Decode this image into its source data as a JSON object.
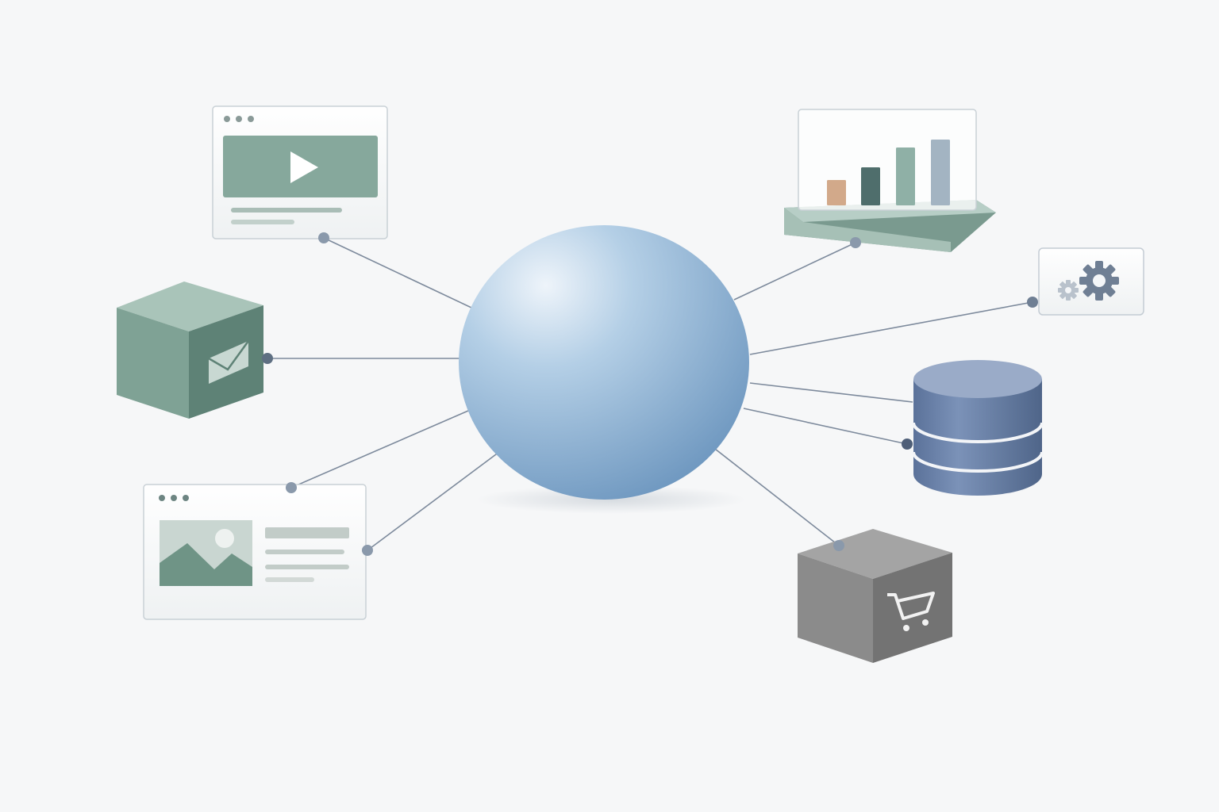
{
  "diagram": {
    "type": "hub-and-spoke",
    "hub": {
      "shape": "sphere",
      "color": "#8fb2d4"
    },
    "nodes": [
      {
        "id": "video-window",
        "icon": "play-icon"
      },
      {
        "id": "mail-cube",
        "icon": "envelope-icon"
      },
      {
        "id": "image-window",
        "icon": "image-icon"
      },
      {
        "id": "bar-chart-panel",
        "icon": "bar-chart-icon"
      },
      {
        "id": "settings-card",
        "icon": "gear-icon"
      },
      {
        "id": "database",
        "icon": "database-icon"
      },
      {
        "id": "cart-cube",
        "icon": "shopping-cart-icon"
      }
    ],
    "colors": {
      "background": "#f6f7f8",
      "connector": "#7d8a9c",
      "connector_dot": "#8a99ab",
      "green": "#86a89c",
      "dark_green": "#5e8276",
      "database": "#6a82a8",
      "gray_cube": "#8a8a8a",
      "bar_colors": [
        "#d2a98a",
        "#4f6e6c",
        "#8fb0a6",
        "#a3b4c2"
      ]
    }
  }
}
